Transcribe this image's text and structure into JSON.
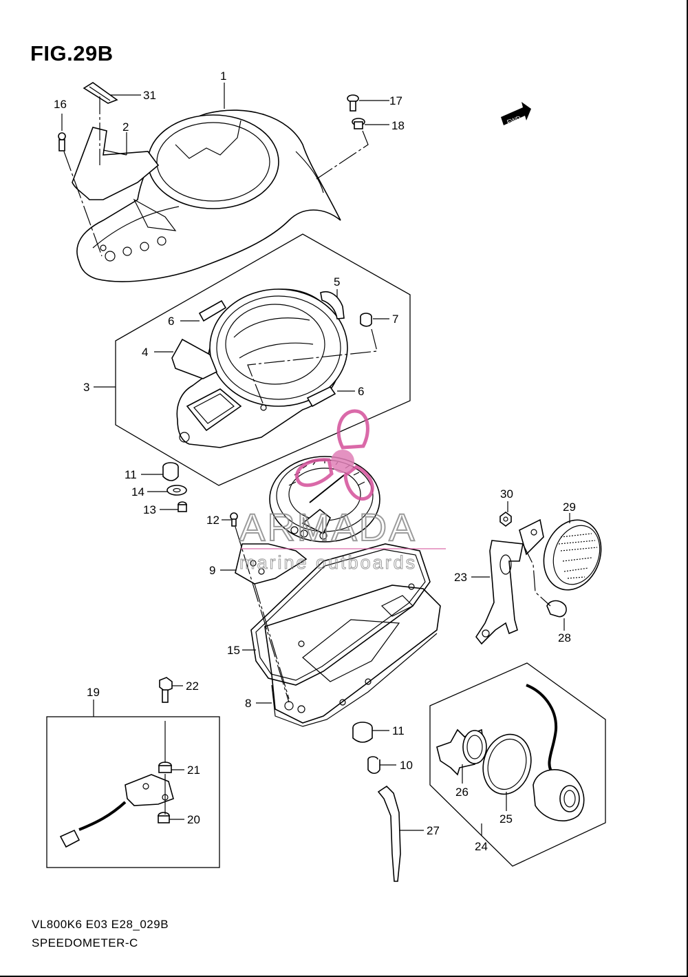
{
  "figure": {
    "title": "FIG.29B",
    "model_code": "VL800K6 E03 E28_029B",
    "section_name": "SPEEDOMETER-C"
  },
  "direction_marker": {
    "label": "FWD",
    "icon": "fwd-arrow-icon"
  },
  "watermark": {
    "brand": "ARMADA",
    "tagline": "marine outboards",
    "logo_icon": "propeller-logo-icon",
    "logo_color": "#d4509a",
    "text_color": "#8a8a8a"
  },
  "callouts": [
    {
      "id": "1"
    },
    {
      "id": "2"
    },
    {
      "id": "3"
    },
    {
      "id": "4"
    },
    {
      "id": "5"
    },
    {
      "id": "6a",
      "text": "6"
    },
    {
      "id": "6b",
      "text": "6"
    },
    {
      "id": "7"
    },
    {
      "id": "8"
    },
    {
      "id": "9"
    },
    {
      "id": "10"
    },
    {
      "id": "11a",
      "text": "11"
    },
    {
      "id": "11b",
      "text": "11"
    },
    {
      "id": "12"
    },
    {
      "id": "13"
    },
    {
      "id": "14"
    },
    {
      "id": "15"
    },
    {
      "id": "16"
    },
    {
      "id": "17"
    },
    {
      "id": "18"
    },
    {
      "id": "19"
    },
    {
      "id": "20"
    },
    {
      "id": "21"
    },
    {
      "id": "22"
    },
    {
      "id": "23"
    },
    {
      "id": "24"
    },
    {
      "id": "25"
    },
    {
      "id": "26"
    },
    {
      "id": "27"
    },
    {
      "id": "28"
    },
    {
      "id": "29"
    },
    {
      "id": "30"
    },
    {
      "id": "31"
    }
  ]
}
